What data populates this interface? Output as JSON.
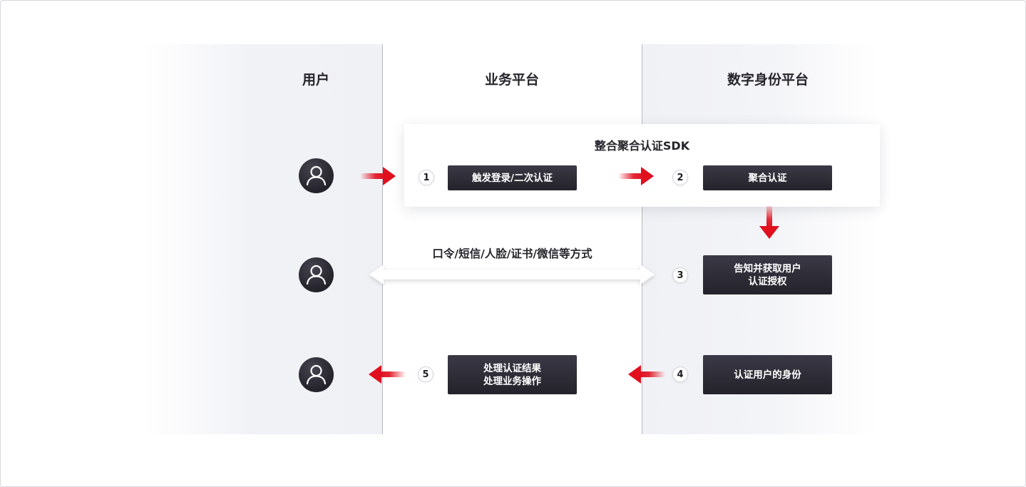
{
  "lanes": {
    "user": "用户",
    "business": "业务平台",
    "identity": "数字身份平台"
  },
  "sdk_panel": {
    "title": "整合聚合认证SDK"
  },
  "steps": [
    {
      "number": "1",
      "lines": [
        "触发登录/二次认证"
      ]
    },
    {
      "number": "2",
      "lines": [
        "聚合认证"
      ]
    },
    {
      "number": "3",
      "lines": [
        "告知并获取用户",
        "认证授权"
      ]
    },
    {
      "number": "4",
      "lines": [
        "认证用户的身份"
      ]
    },
    {
      "number": "5",
      "lines": [
        "处理认证结果",
        "处理业务操作"
      ]
    }
  ],
  "auth_methods_label": "口令/短信/人脸/证书/微信等方式",
  "icons": {
    "user_avatar": "user-avatar-icon",
    "arrow": "red-arrow-icon",
    "double_arrow": "double-arrow-icon"
  },
  "colors": {
    "accent_red": "#e0101e",
    "box_dark": "#2b2a33",
    "lane_gray": "#f1f2f6"
  }
}
